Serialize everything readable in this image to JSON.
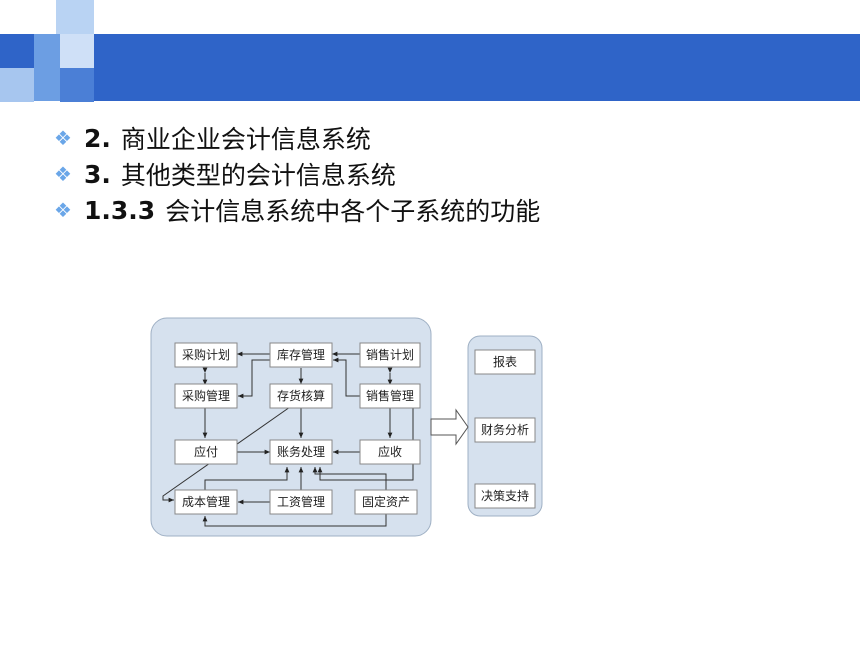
{
  "bullets": [
    {
      "num": "2.",
      "text": "商业企业会计信息系统"
    },
    {
      "num": "3.",
      "text": "其他类型的会计信息系统"
    },
    {
      "num": "1.3.3",
      "text": "会计信息系统中各个子系统的功能"
    }
  ],
  "diagram": {
    "modules": {
      "purchase_plan": "采购计划",
      "inventory_mgmt": "库存管理",
      "sales_plan": "销售计划",
      "purchase_mgmt": "采购管理",
      "stock_accounting": "存货核算",
      "sales_mgmt": "销售管理",
      "payable": "应付",
      "ledger": "账务处理",
      "receivable": "应收",
      "cost_mgmt": "成本管理",
      "payroll": "工资管理",
      "fixed_assets": "固定资产"
    },
    "outputs": {
      "reports": "报表",
      "financial_analysis": "财务分析",
      "decision_support": "决策支持"
    }
  },
  "colors": {
    "band": "#2f64c8",
    "panel": "#d6e1ee",
    "bullet": "#6aa6e8"
  }
}
